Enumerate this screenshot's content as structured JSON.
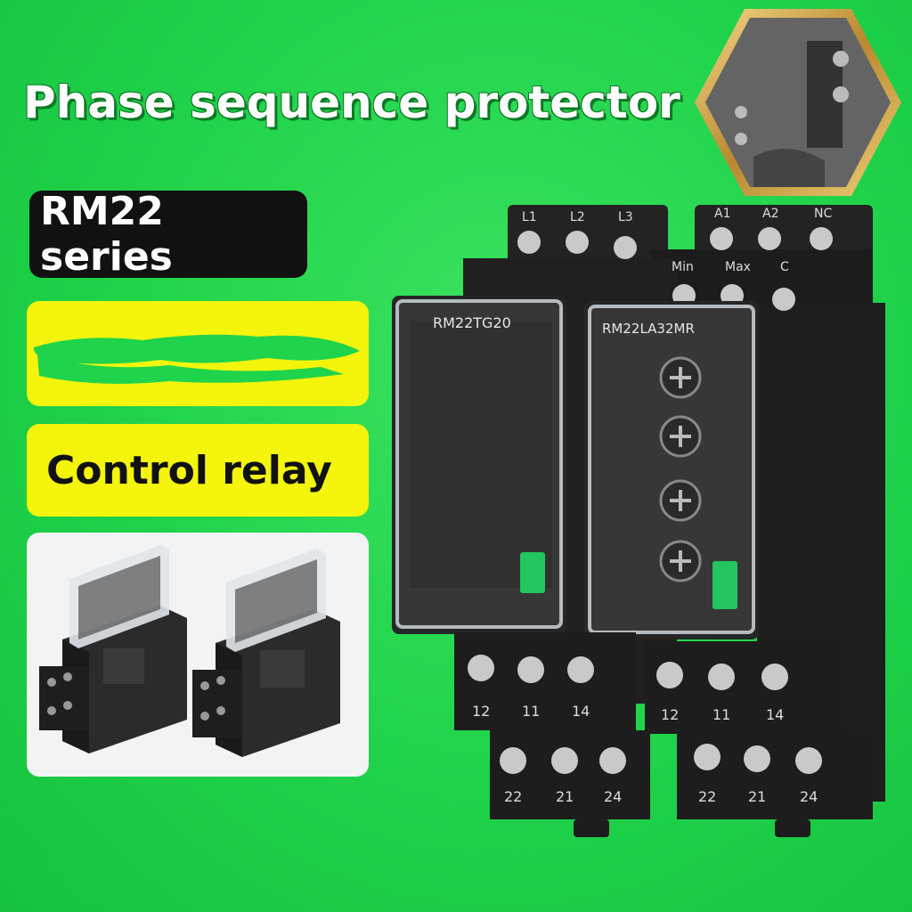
{
  "header": {
    "title": "Phase sequence protector"
  },
  "badges": {
    "series": "RM22 series",
    "category": "Control relay"
  },
  "product": {
    "left_module": {
      "model": "RM22TG20",
      "top_terminals": [
        "L1",
        "L2",
        "L3"
      ],
      "bottom_terminals_row1": [
        "12",
        "11",
        "14"
      ],
      "bottom_terminals_row2": [
        "22",
        "21",
        "24"
      ]
    },
    "right_module": {
      "model": "RM22LA32MR",
      "top_terminals": [
        "A1",
        "A2",
        "NC"
      ],
      "adjust_terminals": [
        "Min",
        "Max",
        "C"
      ],
      "bottom_terminals_row1": [
        "12",
        "11",
        "14"
      ],
      "bottom_terminals_row2": [
        "22",
        "21",
        "24"
      ]
    }
  },
  "colors": {
    "background": "#1fd44a",
    "accent_yellow": "#f4f40c",
    "badge_black": "#111111",
    "latch_green": "#22c55e"
  }
}
